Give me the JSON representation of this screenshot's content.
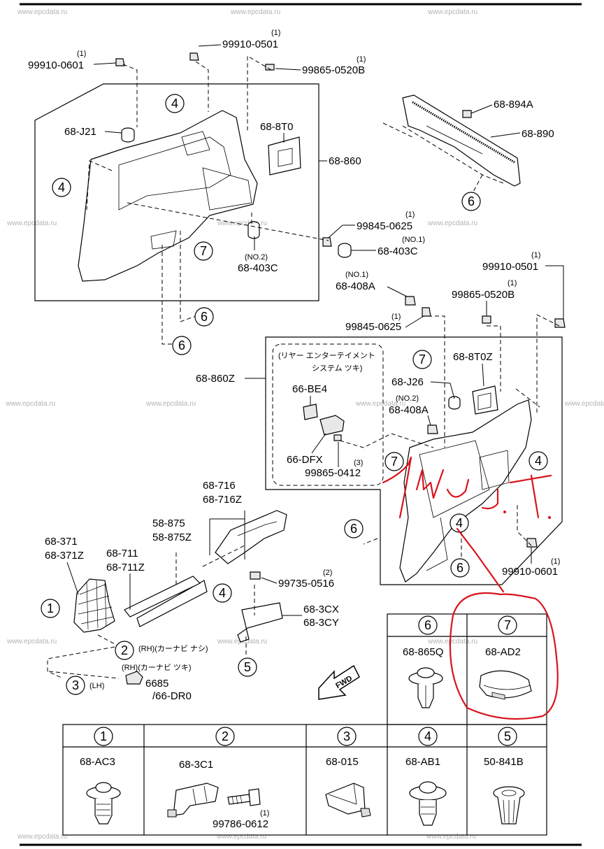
{
  "watermark": "www.epcdata.ru",
  "fwd_label": "FWD",
  "parts": {
    "p99910_0601_top": {
      "code": "99910-0601",
      "qty": "(1)"
    },
    "p99910_0501_top": {
      "code": "99910-0501",
      "qty": "(1)"
    },
    "p99865_0520B_top": {
      "code": "99865-0520B",
      "qty": "(1)"
    },
    "p68_J21": {
      "code": "68-J21"
    },
    "p68_8T0": {
      "code": "68-8T0"
    },
    "p68_860": {
      "code": "68-860"
    },
    "p99845_0625_mid": {
      "code": "99845-0625",
      "qty": "(1)"
    },
    "p68_403C_no1": {
      "code": "68-403C",
      "qty": "(NO.1)"
    },
    "p68_403C_no2": {
      "code": "68-403C",
      "qty": "(NO.2)"
    },
    "p68_894A": {
      "code": "68-894A"
    },
    "p68_890": {
      "code": "68-890"
    },
    "p99910_0501_right": {
      "code": "99910-0501",
      "qty": "(1)"
    },
    "p99865_0520B_right": {
      "code": "99865-0520B",
      "qty": "(1)"
    },
    "p68_408A_no1": {
      "code": "68-408A",
      "qty": "(NO.1)"
    },
    "p99845_0625_right": {
      "code": "99845-0625",
      "qty": "(1)"
    },
    "p68_860Z": {
      "code": "68-860Z"
    },
    "rear_ent_note_1": "(リヤー エンターテイメント",
    "rear_ent_note_2": "システム ツキ)",
    "p66_BE4": {
      "code": "66-BE4"
    },
    "p66_DFX": {
      "code": "66-DFX"
    },
    "p99865_0412": {
      "code": "99865-0412",
      "qty": "(3)"
    },
    "p68_J26": {
      "code": "68-J26"
    },
    "p68_8T0Z": {
      "code": "68-8T0Z"
    },
    "p68_408A_no2": {
      "code": "68-408A",
      "qty": "(NO.2)"
    },
    "p99910_0601_right": {
      "code": "99910-0601",
      "qty": "(1)"
    },
    "p68_716": {
      "code": "68-716"
    },
    "p68_716Z": {
      "code": "68-716Z"
    },
    "p58_875": {
      "code": "58-875"
    },
    "p58_875Z": {
      "code": "58-875Z"
    },
    "p68_711": {
      "code": "68-711"
    },
    "p68_711Z": {
      "code": "68-711Z"
    },
    "p68_371": {
      "code": "68-371"
    },
    "p68_371Z": {
      "code": "68-371Z"
    },
    "p99735_0516": {
      "code": "99735-0516",
      "qty": "(2)"
    },
    "p68_3CX": {
      "code": "68-3CX"
    },
    "p68_3CY": {
      "code": "68-3CY"
    },
    "note2": "(RH)(カーナビ ナシ)",
    "note3_top": "(RH)(カーナビ ツキ)",
    "note3_lh": "(LH)",
    "p6685": {
      "code": "6685"
    },
    "p66_DR0": {
      "code": "/66-DR0"
    }
  },
  "legend_top": [
    {
      "ref": "6",
      "code": "68-865Q"
    },
    {
      "ref": "7",
      "code": "68-AD2"
    }
  ],
  "legend_bottom": [
    {
      "ref": "1",
      "code": "68-AC3"
    },
    {
      "ref": "2",
      "code": "68-3C1",
      "sub_code": "99786-0612",
      "sub_qty": "(1)"
    },
    {
      "ref": "3",
      "code": "68-015"
    },
    {
      "ref": "4",
      "code": "68-AB1"
    },
    {
      "ref": "5",
      "code": "50-841B"
    }
  ],
  "handwritten_note": "1 W.T.",
  "colors": {
    "annotation_red": "#d8141c",
    "watermark": "#b3b3b3"
  }
}
